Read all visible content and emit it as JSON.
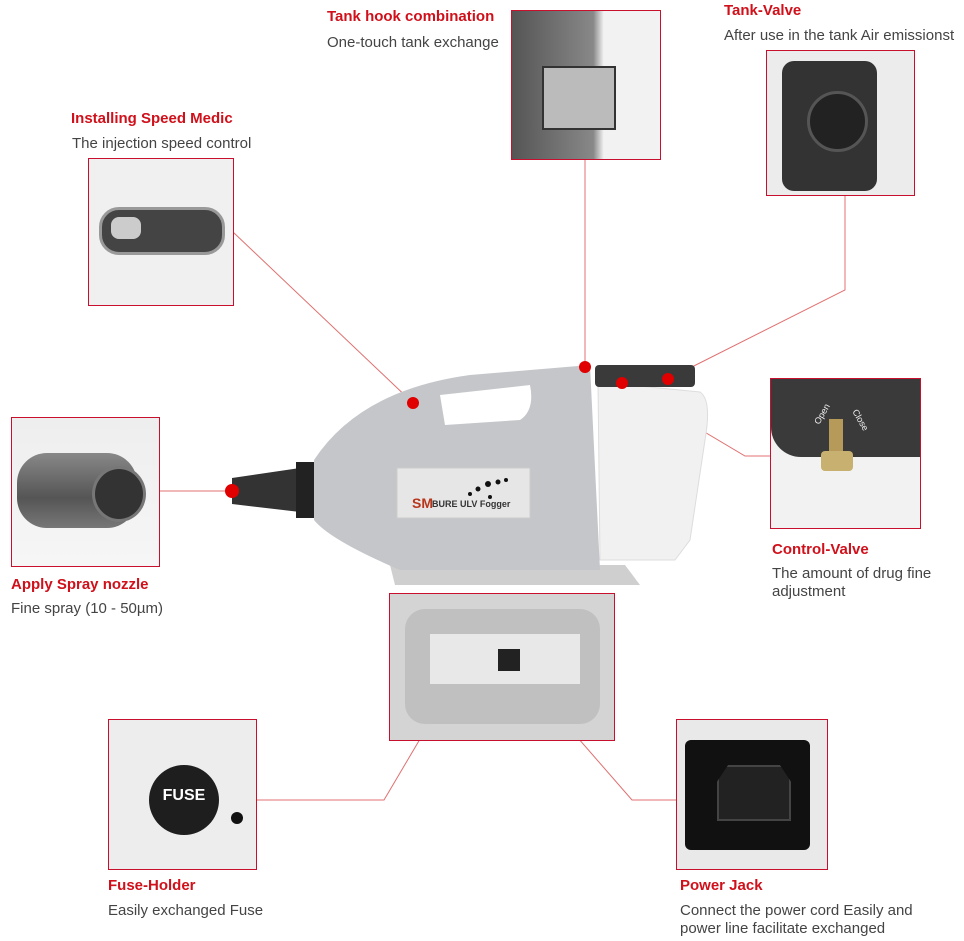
{
  "callouts": {
    "tank_hook": {
      "title": "Tank hook combination",
      "desc": "One-touch tank exchange"
    },
    "tank_valve": {
      "title": "Tank-Valve",
      "desc": "After use in the tank Air emissionst"
    },
    "speed_medic": {
      "title": "Installing Speed Medic",
      "desc": "The injection speed control"
    },
    "spray_nozzle": {
      "title": "Apply Spray nozzle",
      "desc": "Fine spray (10 - 50µm)"
    },
    "control_valve": {
      "title": "Control-Valve",
      "desc": "The amount of drug fine adjustment",
      "open": "Open",
      "close": "Close"
    },
    "fuse_holder": {
      "title": "Fuse-Holder",
      "desc": "Easily exchanged Fuse",
      "fuse_label": "FUSE"
    },
    "power_jack": {
      "title": "Power Jack",
      "desc": "Connect the power cord Easily and power line facilitate exchanged"
    }
  },
  "product": {
    "logo": "SM",
    "label": "BURE ULV Fogger"
  },
  "colors": {
    "accent": "#d0101a",
    "line": "#e05a5a",
    "dot": "#e00000"
  }
}
